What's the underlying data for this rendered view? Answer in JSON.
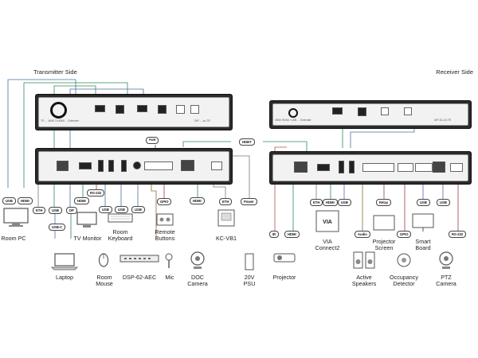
{
  "sides": {
    "transmitter": "Transmitter Side",
    "receiver": "Receiver Side"
  },
  "tx_front": {
    "model": "TP-... 4K60 3-HDMI ... Extender",
    "code": "DIP-...-xx-TR"
  },
  "rx_front": {
    "model": "4K60 HDMI / USB ... Extender",
    "code": "DIP-31-20-TR"
  },
  "inline_tags": {
    "hdbt": "HDBT",
    "pwr": "PWR"
  },
  "tags": {
    "room_pc_usb": "USB",
    "room_pc_hdmi": "HDMI",
    "eth_tx": "ETH",
    "laptop_usb": "USB",
    "laptop_hdmi": "HDMI",
    "laptop_usbc": "USB-C",
    "laptop_dp": "DP",
    "rs232_tx": "RS-232",
    "mon_usb": "USB",
    "kbd_usb": "USB",
    "dsp_usb": "USB",
    "gpio_tx": "GPIO",
    "doc_hdmi": "HDMI",
    "kc_eth": "ETH",
    "psu_power": "Power",
    "proj_ir": "IR",
    "proj_hdmi": "HDMI",
    "via_eth": "ETH",
    "via_hdmi": "HDMI",
    "via_usb": "USB",
    "audio": "Audio",
    "relay": "Relay",
    "gpio_rx": "GPIO",
    "sb_usb": "USB",
    "ptz_usb": "USB",
    "rs232_rx": "RS-232"
  },
  "labels": {
    "room_pc": "Room PC",
    "laptop": "Laptop",
    "tv_monitor": "TV Monitor",
    "room_mouse": "Room\nMouse",
    "room_keyboard": "Room\nKeyboard",
    "dsp": "DSP-62-AEC",
    "remote_buttons": "Remote\nButtons",
    "mic": "Mic",
    "doc_camera": "DOC\nCamera",
    "kc_vb1": "KC-VB1",
    "psu": "20V\nPSU",
    "projector": "Projector",
    "via": "VIA\nConnect2",
    "speakers": "Active\nSpeakers",
    "screen": "Projector\nScreen",
    "occupancy": "Occupancy\nDetector",
    "smart_board": "Smart\nBoard",
    "ptz": "PTZ\nCamera"
  },
  "colors": {
    "hdmi": "#2e8b57",
    "usb": "#4a6fa5",
    "eth": "#7a7a7a",
    "control": "#9c3b3b",
    "audio": "#8a6d3b",
    "ir": "#b05050"
  }
}
